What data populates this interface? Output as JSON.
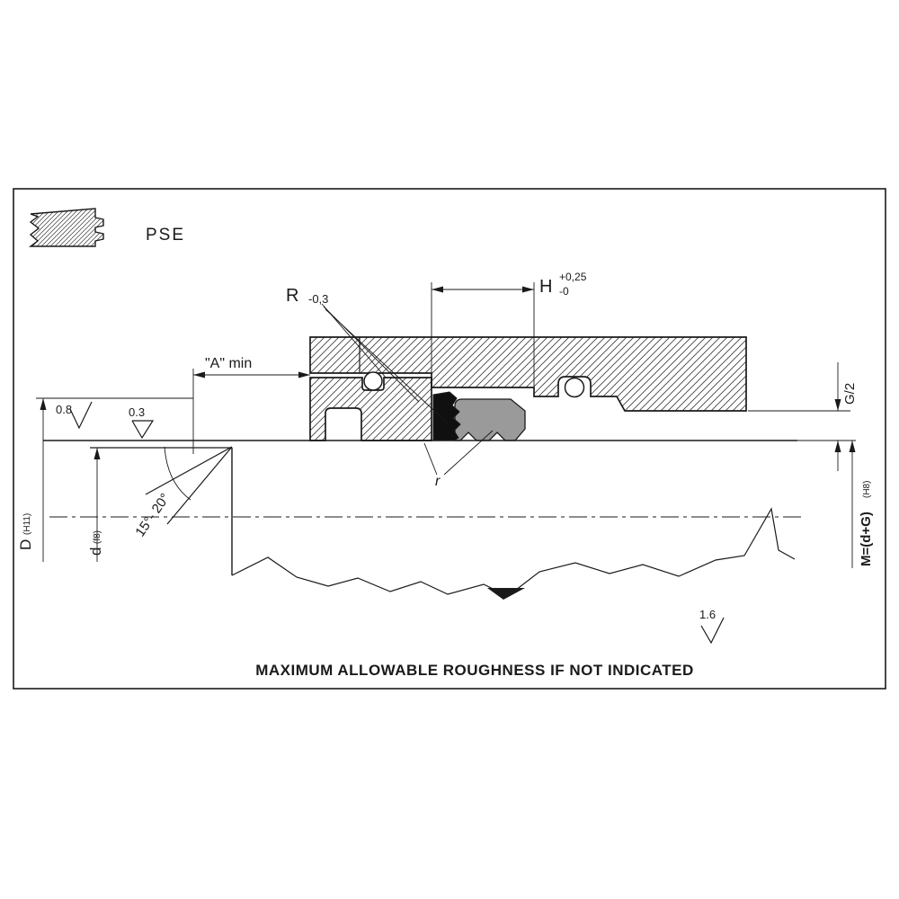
{
  "labels": {
    "pse": "PSE",
    "r_symbol": "R",
    "r_tol": "-0,3",
    "h_symbol": "H",
    "h_tol_plus": "+0,25",
    "h_tol_minus": "-0",
    "a_min": "\"A\" min",
    "g_half": "G/2",
    "bore_symbol": "D",
    "bore_fit": "(H11)",
    "rod_symbol": "d",
    "rod_fit": "(f8)",
    "m_formula": "M=(d+G)",
    "m_fit": "(H8)",
    "corner_radius": "r",
    "chamfer_angle": "15°- 20°",
    "rough_left": "0.8",
    "rough_chamfer": "0.3",
    "rough_bottom": "1.6",
    "footer": "MAXIMUM ALLOWABLE ROUGHNESS IF NOT INDICATED"
  },
  "colors": {
    "line": "#1a1a1a",
    "seal_dark": "#101010",
    "seal_gray": "#9a9a9a",
    "background": "#ffffff"
  }
}
